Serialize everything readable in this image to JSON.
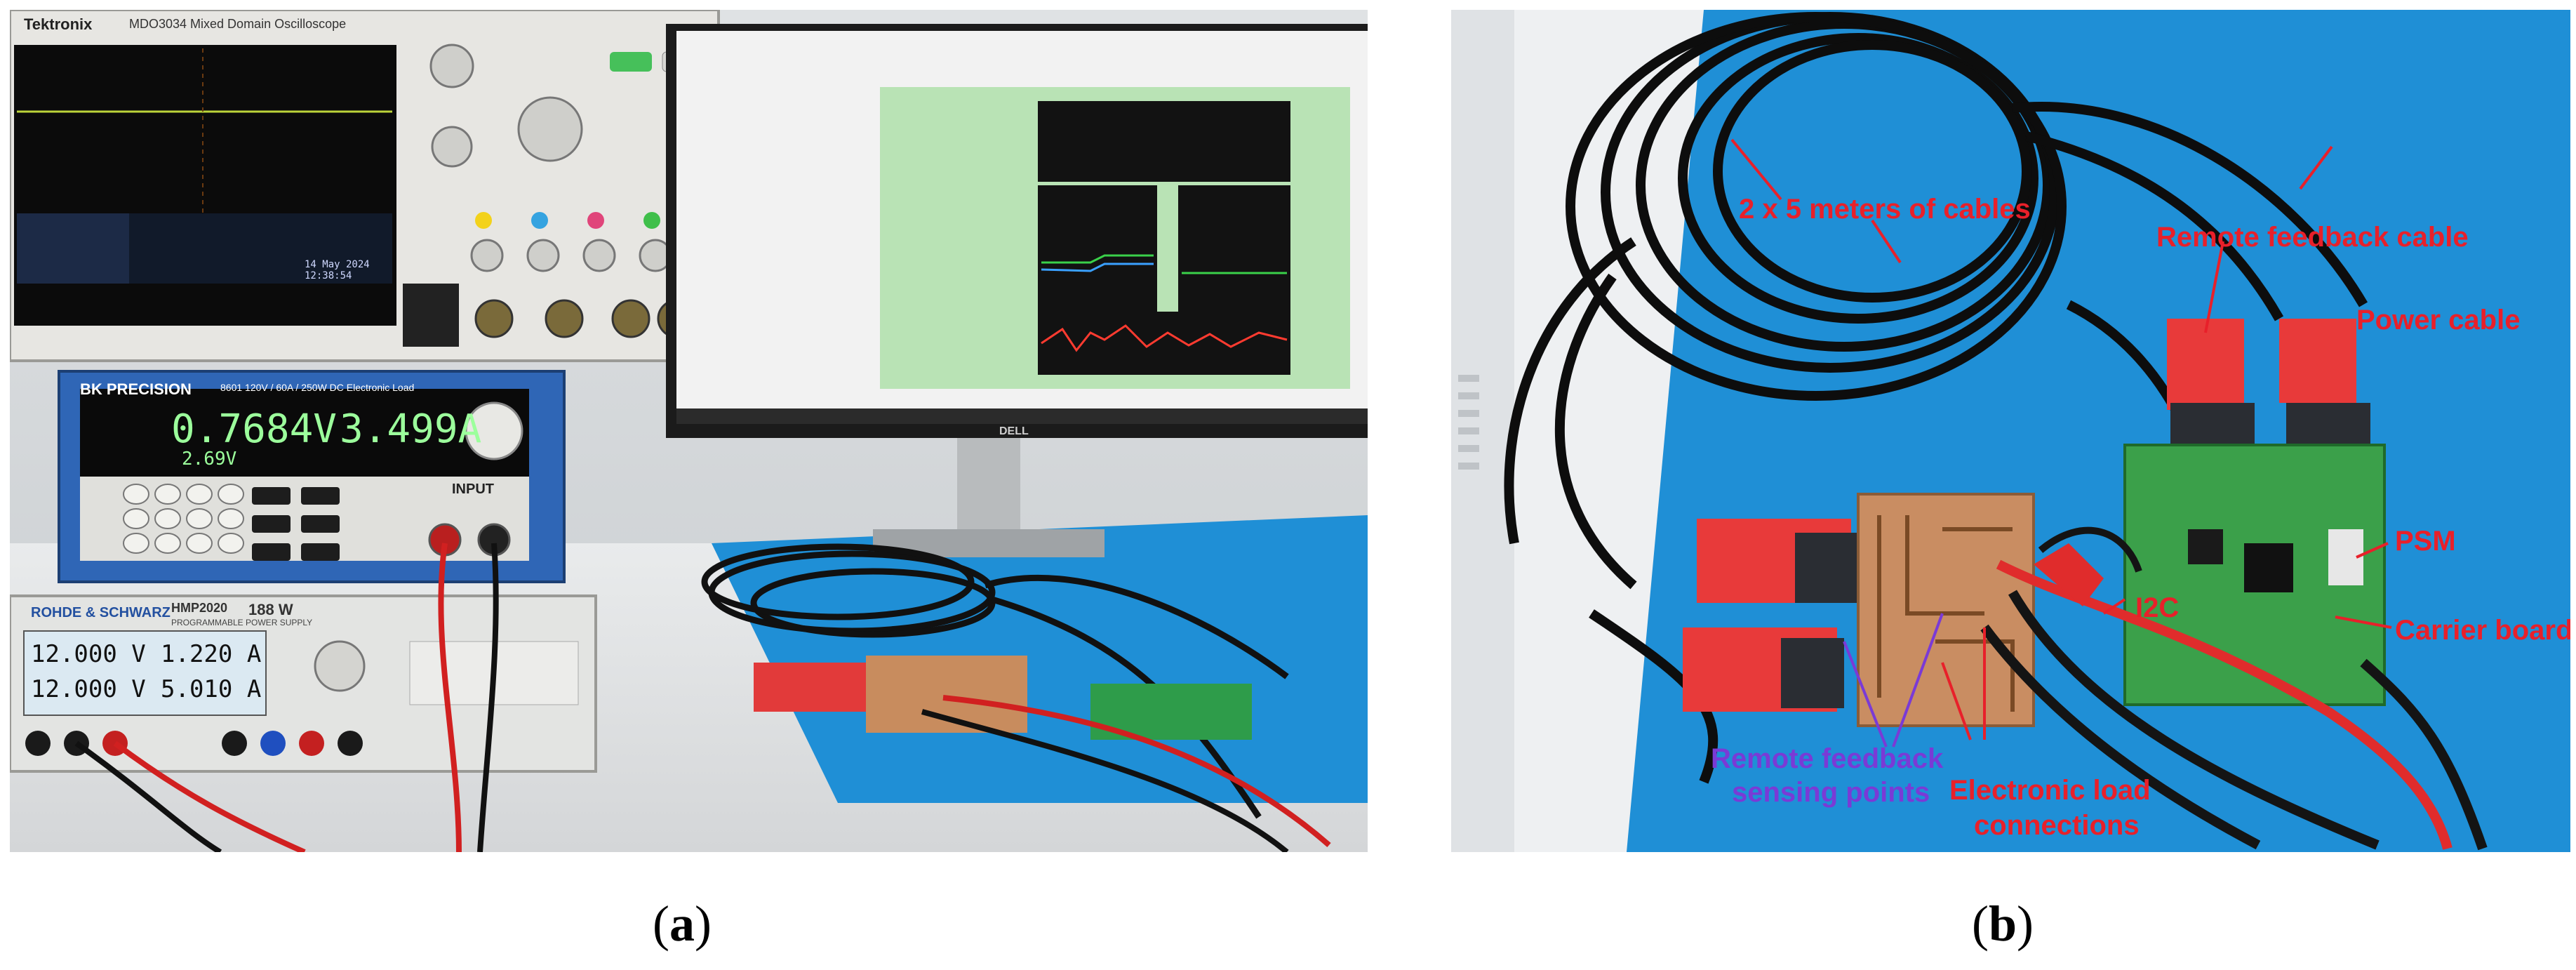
{
  "captions": {
    "a": "a",
    "b": "b"
  },
  "panel_a": {
    "scope_brand": "Tektronix",
    "scope_model": "MDO3034 Mixed Domain Oscilloscope",
    "scope_timestamp": "14 May 2024 12:38:54",
    "bk_brand": "BK PRECISION",
    "bk_model": "8601  120V / 60A / 250W  DC Electronic Load",
    "bk_voltage": "0.7684V",
    "bk_current": "3.499A",
    "bk_secondary": "2.69V",
    "bk_input_label": "INPUT",
    "rs_brand": "ROHDE & SCHWARZ",
    "rs_model": "HMP2020",
    "rs_power": "188 W",
    "rs_subtitle": "PROGRAMMABLE POWER SUPPLY",
    "rs_ch1_v": "12.000 V",
    "rs_ch1_a": "1.220 A",
    "rs_ch2_v": "12.000 V",
    "rs_ch2_a": "5.010 A",
    "monitor_brand": "DELL"
  },
  "panel_b": {
    "annotations": {
      "cables": "2 x 5 meters of cables",
      "remote_cable": "Remote feedback cable",
      "power_cable": "Power cable",
      "psm": "PSM",
      "i2c": "I2C",
      "carrier": "Carrier board",
      "load_line1": "Electronic load",
      "load_line2": "connections",
      "sense_line1": "Remote feedback",
      "sense_line2": "sensing points"
    }
  },
  "colors": {
    "annotation_red": "#e8202a",
    "annotation_purple": "#7a3ad6",
    "mat_blue": "#1f8fd6"
  }
}
